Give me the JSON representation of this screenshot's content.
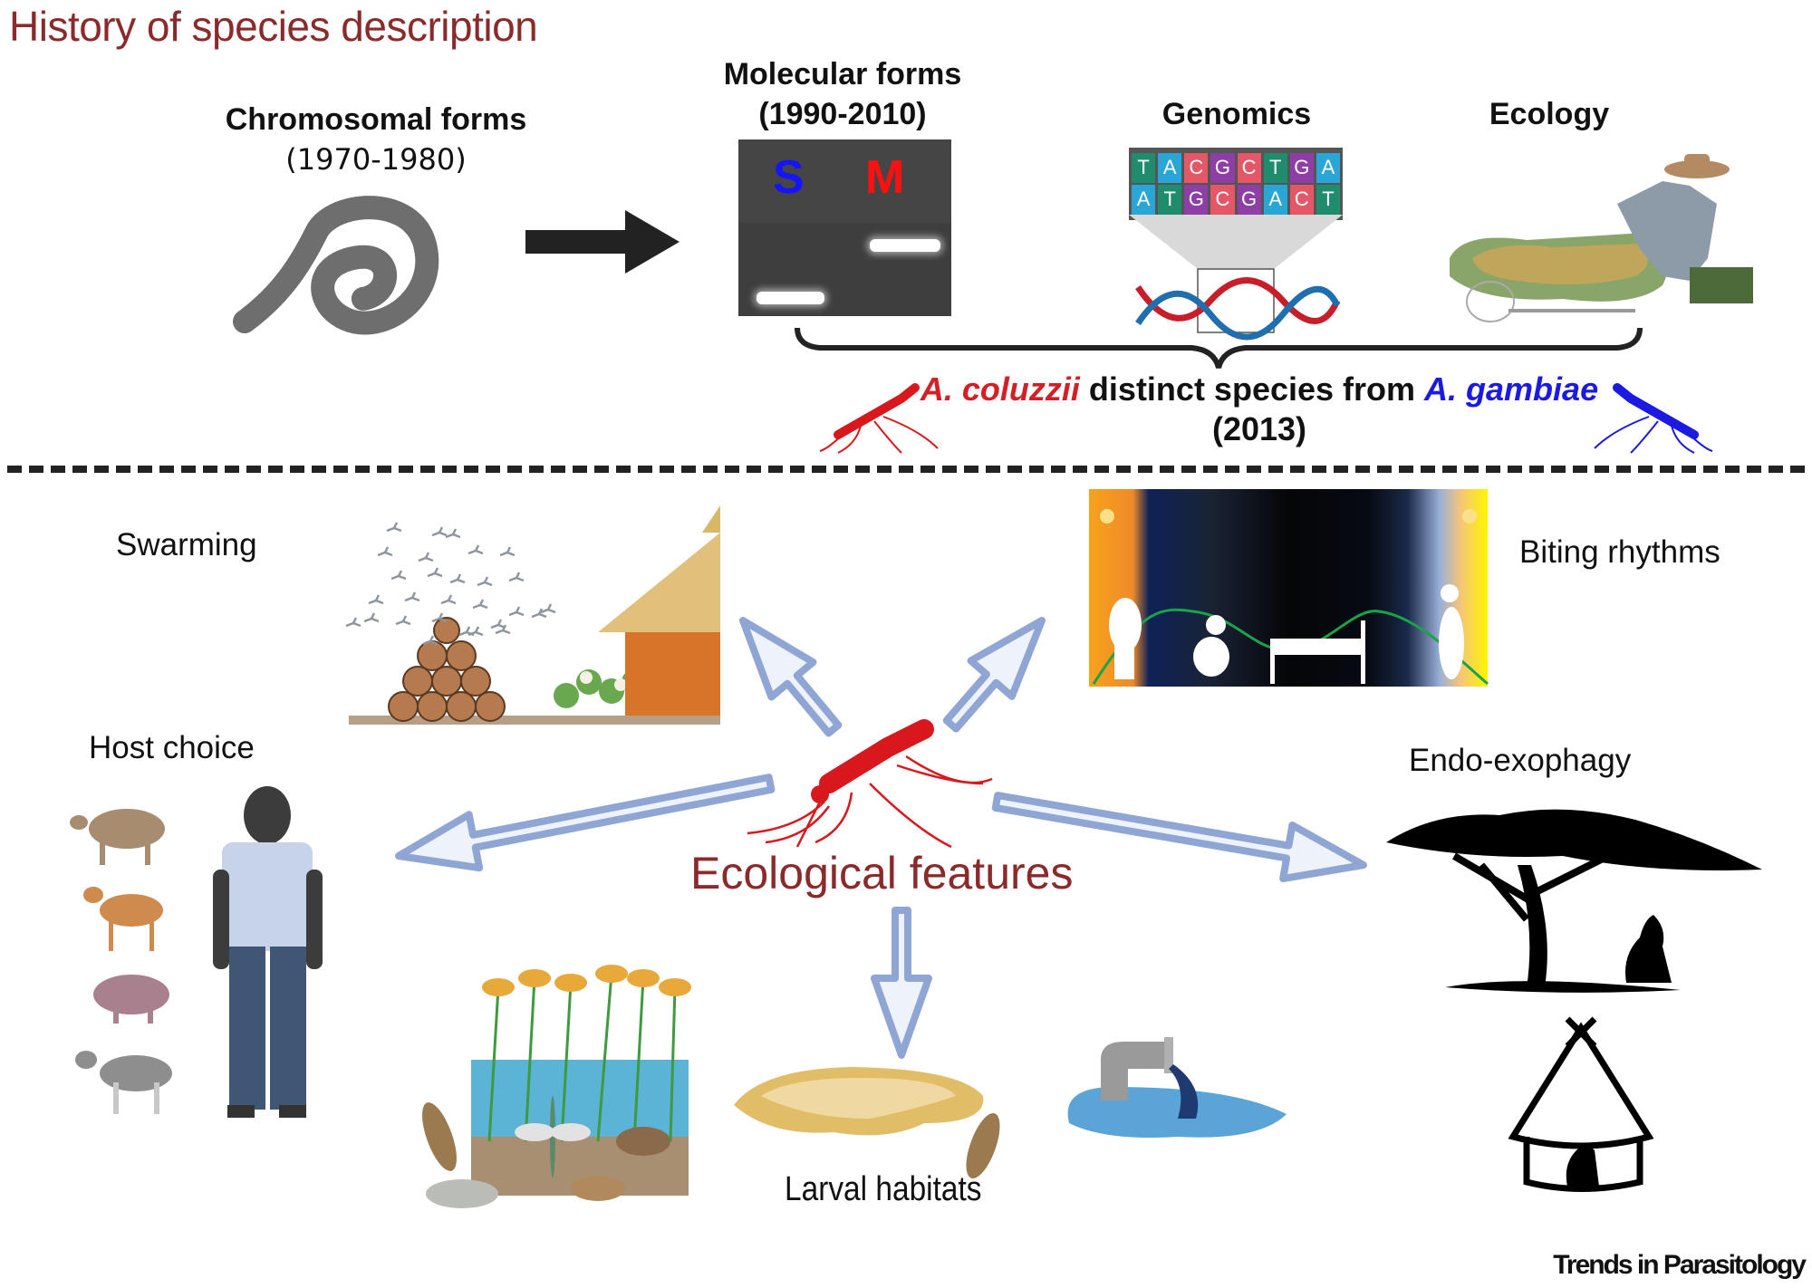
{
  "title": "History of species description",
  "history": {
    "stages": [
      {
        "label": "Chromosomal forms",
        "years": "(1970-1980)"
      },
      {
        "label": "Molecular forms",
        "years": "(1990-2010)"
      },
      {
        "label": "Genomics",
        "years": ""
      },
      {
        "label": "Ecology",
        "years": ""
      }
    ],
    "gel": {
      "lane_left": "S",
      "lane_right": "M",
      "lane_left_color": "#1414ff",
      "lane_right_color": "#ff1010"
    },
    "dna_sequence": {
      "top": [
        "T",
        "A",
        "C",
        "G",
        "C",
        "T",
        "G",
        "A"
      ],
      "bottom": [
        "A",
        "T",
        "G",
        "C",
        "G",
        "A",
        "C",
        "T"
      ]
    },
    "conclusion": {
      "species_a": "A. coluzzii",
      "middle": " distinct species from ",
      "species_b": "A. gambiae",
      "year": "(2013)",
      "species_a_color": "#d41f26",
      "species_b_color": "#1a1ae0"
    }
  },
  "ecology": {
    "center_label": "Ecological features",
    "features": [
      {
        "id": "swarming",
        "label": "Swarming"
      },
      {
        "id": "biting",
        "label": "Biting rhythms"
      },
      {
        "id": "host",
        "label": "Host choice"
      },
      {
        "id": "endo",
        "label": "Endo-exophagy"
      },
      {
        "id": "larval",
        "label": "Larval habitats"
      }
    ]
  },
  "colors": {
    "title": "#8b2a2a",
    "arrow_stroke": "#8fa6d4",
    "arrow_fill": "#eef3fb",
    "mosquito_red": "#d8181c",
    "mosquito_blue": "#1a1ae0"
  },
  "credit": "Trends in Parasitology"
}
